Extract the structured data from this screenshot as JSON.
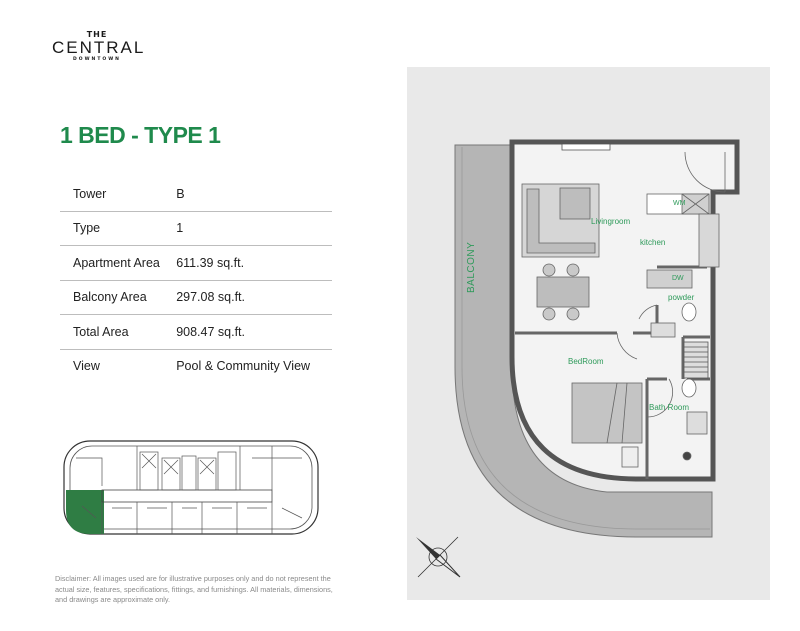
{
  "logo": {
    "top": "THE",
    "main": "CENTRAL",
    "sub": "DOWNTOWN"
  },
  "title": "1 BED  - TYPE 1",
  "specs": [
    {
      "label": "Tower",
      "value": "B"
    },
    {
      "label": "Type",
      "value": "1"
    },
    {
      "label": "Apartment Area",
      "value": "611.39 sq.ft."
    },
    {
      "label": "Balcony Area",
      "value": "297.08 sq.ft."
    },
    {
      "label": "Total Area",
      "value": "908.47 sq.ft."
    },
    {
      "label": "View",
      "value": "Pool & Community View"
    }
  ],
  "disclaimer": "Disclaimer: All images used are for illustrative purposes only and do not represent the actual size, features, specifications, fittings, and furnishings. All materials, dimensions, and drawings are approximate only.",
  "floorplan": {
    "rooms": {
      "balcony": "BALCONY",
      "living": "Livingroom",
      "kitchen": "kitchen",
      "powder": "powder",
      "bedroom": "BedRoom",
      "bath": "Bath Room",
      "wm": "WM",
      "dw": "DW"
    }
  },
  "colors": {
    "accent": "#1f8a4c",
    "highlight": "#2f7d44"
  }
}
